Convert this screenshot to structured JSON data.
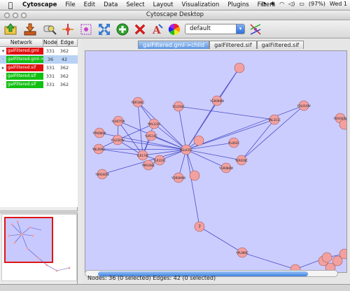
{
  "menubar": {
    "apple": "",
    "items": [
      "Cytoscape",
      "File",
      "Edit",
      "Data",
      "Select",
      "Layout",
      "Visualization",
      "Plugins",
      "Filters"
    ],
    "battery": "(97%)",
    "clock": "Wed 1"
  },
  "window": {
    "title": "Cytoscape Desktop"
  },
  "toolbar": {
    "visual_style": "default"
  },
  "network_panel": {
    "headers": [
      "Network",
      "Node",
      "Edge"
    ],
    "rows": [
      {
        "name": "galFiltered.gml",
        "nodes": "331",
        "edges": "362",
        "color": "#e01010",
        "selected": false,
        "icon": "▾"
      },
      {
        "name": "galFiltered.gml->child",
        "nodes": "36",
        "edges": "42",
        "color": "#12c012",
        "selected": true,
        "icon": "·"
      },
      {
        "name": "galFiltered.sif",
        "nodes": "331",
        "edges": "362",
        "color": "#e01010",
        "selected": false,
        "icon": "▸"
      },
      {
        "name": "galFiltered.sif",
        "nodes": "331",
        "edges": "362",
        "color": "#12c012",
        "selected": false,
        "icon": "·"
      },
      {
        "name": "galFiltered.sif",
        "nodes": "331",
        "edges": "362",
        "color": "#12c012",
        "selected": false,
        "icon": "·"
      }
    ]
  },
  "tabs": [
    "galFiltered.gml->child",
    "galFiltered.sif",
    "galFiltered.sif"
  ],
  "status": "Nodes: 36 (0 selected) Edges: 42 (0 selected)",
  "graph": {
    "nodes": [
      {
        "id": "n1",
        "label": ""
      },
      {
        "id": "n2",
        "label": "YGL035C"
      },
      {
        "id": "n3",
        "label": "YGR098W"
      },
      {
        "id": "n4",
        "label": "YDR184C"
      },
      {
        "id": "n5",
        "label": "YLR178C"
      },
      {
        "id": "n6",
        "label": "YML123C"
      },
      {
        "id": "n7",
        "label": "YLR075W"
      },
      {
        "id": "n8",
        "label": "YPR086W"
      },
      {
        "id": "n9",
        "label": "YGL020W"
      },
      {
        "id": "n10",
        "label": "YNL098C"
      },
      {
        "id": "n11",
        "label": "YCL030C"
      },
      {
        "id": "n12",
        "label": "YLR116C"
      },
      {
        "id": "n13",
        "label": "YNL311C"
      },
      {
        "id": "n14",
        "label": "YOL016W"
      },
      {
        "id": "n15",
        "label": "YIL062C"
      },
      {
        "id": "n16",
        "label": "YER028C"
      },
      {
        "id": "n17",
        "label": "YGR088W"
      },
      {
        "id": "n18",
        "label": "YDR099W"
      },
      {
        "id": "n19",
        "label": "YBR040W"
      },
      {
        "id": "n20",
        "label": "YMR308C"
      },
      {
        "id": "n21",
        "label": "YLR310C"
      },
      {
        "id": "n22",
        "label": "YER040W"
      },
      {
        "id": "n23",
        "label": ""
      },
      {
        "id": "n24",
        "label": ""
      },
      {
        "id": "n25",
        "label": ""
      },
      {
        "id": "n26",
        "label": ""
      },
      {
        "id": "n27",
        "label": ""
      },
      {
        "id": "n28",
        "label": "7"
      },
      {
        "id": "n29",
        "label": "YPL089C"
      },
      {
        "id": "n30",
        "label": ""
      },
      {
        "id": "n31",
        "label": ""
      },
      {
        "id": "n32",
        "label": ""
      },
      {
        "id": "n33",
        "label": ""
      }
    ],
    "edges": [
      [
        "n1",
        "n2"
      ],
      [
        "n1",
        "n3"
      ],
      [
        "n3",
        "n2"
      ],
      [
        "n4",
        "n2"
      ],
      [
        "n5",
        "n2"
      ],
      [
        "n6",
        "n2"
      ],
      [
        "n7",
        "n2"
      ],
      [
        "n8",
        "n2"
      ],
      [
        "n9",
        "n2"
      ],
      [
        "n10",
        "n2"
      ],
      [
        "n11",
        "n2"
      ],
      [
        "n12",
        "n2"
      ],
      [
        "n13",
        "n2"
      ],
      [
        "n14",
        "n2"
      ],
      [
        "n15",
        "n2"
      ],
      [
        "n16",
        "n2"
      ],
      [
        "n17",
        "n2"
      ],
      [
        "n18",
        "n2"
      ],
      [
        "n19",
        "n2"
      ],
      [
        "n20",
        "n2"
      ],
      [
        "n4",
        "n5"
      ],
      [
        "n6",
        "n5"
      ],
      [
        "n7",
        "n5"
      ],
      [
        "n9",
        "n5"
      ],
      [
        "n10",
        "n5"
      ],
      [
        "n12",
        "n5"
      ],
      [
        "n4",
        "n6"
      ],
      [
        "n6",
        "n9"
      ],
      [
        "n7",
        "n9"
      ],
      [
        "n9",
        "n10"
      ],
      [
        "n13",
        "n11"
      ],
      [
        "n13",
        "n16"
      ],
      [
        "n14",
        "n16"
      ],
      [
        "n2",
        "n28"
      ],
      [
        "n28",
        "n29"
      ],
      [
        "n29",
        "n30"
      ],
      [
        "n30",
        "n31"
      ],
      [
        "n31",
        "n32"
      ],
      [
        "n22",
        "n33"
      ],
      [
        "n5",
        "n21"
      ],
      [
        "n2",
        "n23"
      ],
      [
        "n2",
        "n24"
      ]
    ]
  }
}
